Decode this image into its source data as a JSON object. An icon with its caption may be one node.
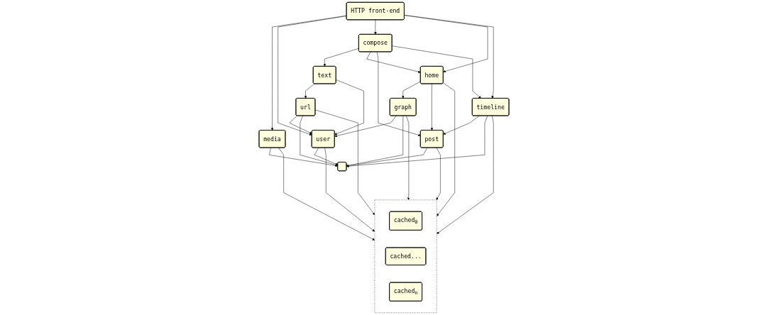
{
  "diagram": {
    "nodes": [
      {
        "text": [
          "HTTP front-end"
        ]
      },
      {
        "text": [
          "text"
        ]
      },
      {
        "text": [
          "compose"
        ]
      },
      {
        "text": [
          "home"
        ]
      },
      {
        "text": [
          "media"
        ]
      },
      {
        "text": [
          "url"
        ]
      },
      {
        "text": [
          "user"
        ]
      },
      {
        "text": [
          "graph"
        ]
      },
      {
        "text": [
          "post"
        ]
      },
      {
        "text": [
          "timeline"
        ]
      },
      {
        "text": [],
        "shape": "box"
      },
      {
        "text": [],
        "shape": "box"
      },
      {
        "text": [
          "cached$_{0}$"
        ],
        "in": 11
      },
      {
        "text": [
          "cached..."
        ],
        "in": 11
      },
      {
        "text": [
          "cached$_{n}$"
        ],
        "in": 11
      }
    ],
    "edges": [
      {
        "from": 0,
        "to": 4,
        "arrow": "to"
      },
      {
        "from": 0,
        "to": 6,
        "arrow": "to"
      },
      {
        "from": 0,
        "to": 2,
        "arrow": "to"
      },
      {
        "from": 0,
        "to": 3,
        "arrow": "to"
      },
      {
        "from": 0,
        "to": 9,
        "arrow": "to"
      },
      {
        "from": 2,
        "to": 1,
        "arrow": "to"
      },
      {
        "from": 2,
        "to": 3,
        "arrow": "to"
      },
      {
        "from": 2,
        "to": 8,
        "arrow": "to"
      },
      {
        "from": 2,
        "to": 9,
        "arrow": "to"
      },
      {
        "from": 1,
        "to": 5,
        "arrow": "to"
      },
      {
        "from": 1,
        "to": 6,
        "arrow": "to"
      },
      {
        "from": 3,
        "to": 7,
        "arrow": "to"
      },
      {
        "from": 3,
        "to": 8,
        "arrow": "to"
      },
      {
        "from": 3,
        "to": 11,
        "arrow": "to"
      },
      {
        "from": 5,
        "to": 6,
        "arrow": "to"
      },
      {
        "from": 7,
        "to": 6,
        "arrow": "to"
      },
      {
        "from": 9,
        "to": 8,
        "arrow": "to"
      },
      {
        "from": 4,
        "to": 10,
        "arrow": "to"
      },
      {
        "from": 4,
        "to": 11,
        "arrow": "to"
      },
      {
        "from": 5,
        "to": 10,
        "arrow": "to"
      },
      {
        "from": 5,
        "to": 11,
        "arrow": "to"
      },
      {
        "from": 6,
        "to": 10,
        "arrow": "to"
      },
      {
        "from": 6,
        "to": 11,
        "arrow": "to"
      },
      {
        "from": 7,
        "to": 10,
        "arrow": "to"
      },
      {
        "from": 7,
        "to": 11,
        "arrow": "to"
      },
      {
        "from": 8,
        "to": 10,
        "arrow": "to"
      },
      {
        "from": 8,
        "to": 11,
        "arrow": "to"
      },
      {
        "from": 9,
        "to": 10,
        "arrow": "to"
      },
      {
        "from": 9,
        "to": 11,
        "arrow": "to"
      }
    ]
  }
}
